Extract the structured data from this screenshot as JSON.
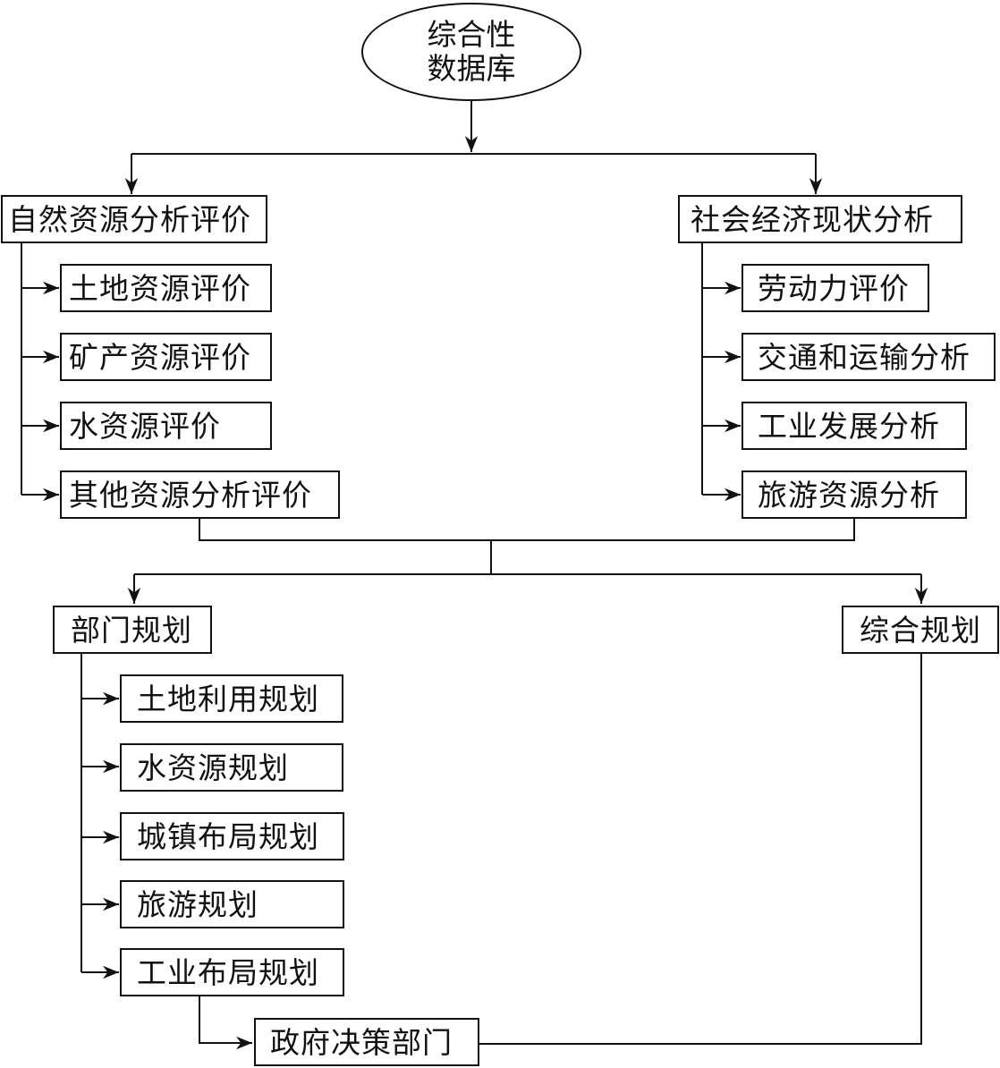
{
  "root": {
    "lines": [
      "综合性",
      "数据库"
    ]
  },
  "natural": {
    "title": "自然资源分析评价",
    "items": [
      "土地资源评价",
      "矿产资源评价",
      "水资源评价",
      "其他资源分析评价"
    ]
  },
  "social": {
    "title": "社会经济现状分析",
    "items": [
      "劳动力评价",
      "交通和运输分析",
      "工业发展分析",
      "旅游资源分析"
    ]
  },
  "sector": {
    "title": "部门规划",
    "items": [
      "土地利用规划",
      "水资源规划",
      "城镇布局规划",
      "旅游规划",
      "工业布局规划"
    ]
  },
  "comprehensive": {
    "title": "综合规划"
  },
  "government": {
    "title": "政府决策部门"
  }
}
